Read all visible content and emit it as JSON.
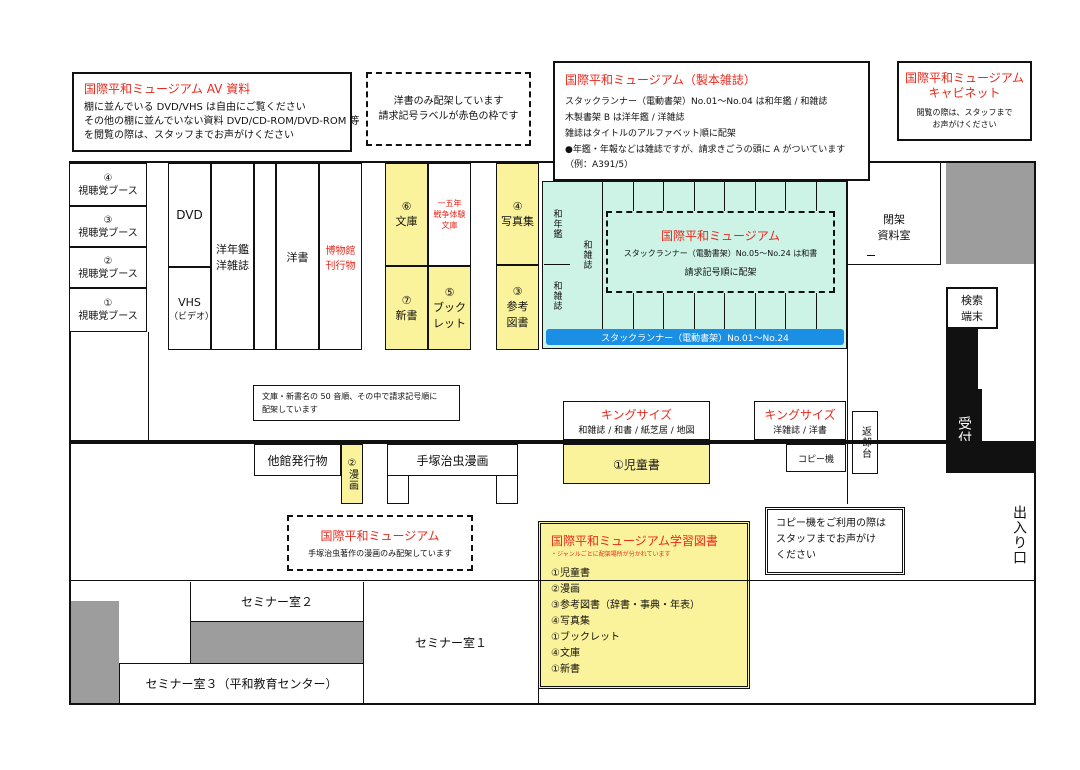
{
  "av_box": {
    "title": "国際平和ミュージアム AV 資料",
    "lines": [
      "棚に並んでいる DVD/VHS は自由にご覧ください",
      "その他の棚に並んでいない資料 DVD/CD-ROM/DVD-ROM 等",
      "を閲覧の際は、スタッフまでお声がけください"
    ]
  },
  "western_note": {
    "lines": [
      "洋書のみ配架しています",
      "請求記号ラベルが赤色の枠です"
    ]
  },
  "bound_box": {
    "title": "国際平和ミュージアム（製本雑誌）",
    "lines": [
      "スタックランナー（電動書架）No.01～No.04 は和年鑑 / 和雑誌",
      "木製書架 B は洋年鑑 / 洋雑誌",
      "雑誌はタイトルのアルファベット順に配架",
      "●年鑑・年報などは雑誌ですが、請求きごうの頭に A がついています",
      "（例：A391/5）"
    ]
  },
  "cabinet_box": {
    "title_lines": [
      "国際平和ミュージアム",
      "キャビネット"
    ],
    "lines": [
      "閲覧の際は、スタッフまで",
      "お声がけください"
    ]
  },
  "booths": [
    {
      "num": "④",
      "label": "視聴覚ブース"
    },
    {
      "num": "③",
      "label": "視聴覚ブース"
    },
    {
      "num": "②",
      "label": "視聴覚ブース"
    },
    {
      "num": "①",
      "label": "視聴覚ブース"
    }
  ],
  "shelves": {
    "dvd": "DVD",
    "vhs": "VHS",
    "vhs_sub": "（ビデオ）",
    "yonenkan": [
      "洋年鑑",
      "洋雑誌"
    ],
    "yosho": "洋書",
    "hakubutsukan": [
      "博物館",
      "刊行物"
    ],
    "bunko": {
      "num": "⑥",
      "label": "文庫"
    },
    "senso": [
      "一五年",
      "戦争体験",
      "文庫"
    ],
    "shinsho": {
      "num": "⑦",
      "label": "新書"
    },
    "booklet": {
      "num": "⑤",
      "label": [
        "ブック",
        "レット"
      ]
    },
    "shashin": {
      "num": "④",
      "label": "写真集"
    },
    "sanko": {
      "num": "③",
      "label": [
        "参考",
        "図書"
      ]
    },
    "wanenkan": "和年鑑",
    "wazasshi_a": "和雑誌",
    "wazasshi_b": "和雑誌"
  },
  "stack_inner": {
    "title": "国際平和ミュージアム",
    "line1": "スタックランナー（電動書架）No.05～No.24 は和書",
    "line2": "請求記号順に配架"
  },
  "stack_bar": "スタックランナー（電動書架）No.01～No.24",
  "closed_room": [
    "閉架",
    "資料室"
  ],
  "search_terminal": [
    "検索",
    "端末"
  ],
  "reception": "受付",
  "exit": "出入り口",
  "bunko_note": [
    "文庫・新書名の 50 音順、その中で請求記号順に",
    "配架しています"
  ],
  "king1": {
    "title": "キングサイズ",
    "sub": "和雑誌 / 和書 / 紙芝居 / 地図"
  },
  "king2": {
    "title": "キングサイズ",
    "sub": "洋雑誌 / 洋書"
  },
  "return_box": "返却台",
  "copy_machine": "コピー機",
  "other_pubs": "他館発行物",
  "manga_shelf": {
    "num": "②",
    "label": "漫画"
  },
  "tezuka": "手塚治虫漫画",
  "children": "①児童書",
  "tezuka_note": {
    "title": "国際平和ミュージアム",
    "line": "手塚治虫著作の漫画のみ配架しています"
  },
  "copy_note": [
    "コピー機をご利用の際は",
    "スタッフまでお声がけ",
    "ください"
  ],
  "study_box": {
    "title": "国際平和ミュージアム学習図書",
    "sub": "・ジャンルごとに配架場所が分かれています",
    "items": [
      "①児童書",
      "②漫画",
      "③参考図書（辞書・事典・年表）",
      "④写真集",
      "①ブックレット",
      "④文庫",
      "①新書"
    ]
  },
  "seminar2": "セミナー室２",
  "seminar1": "セミナー室１",
  "seminar3": "セミナー室３（平和教育センター）",
  "colors": {
    "red": "#e8291c",
    "yellow": "#fbf39b",
    "teal": "#cdf3e7",
    "blue": "#1a8fe3",
    "gray": "#9d9d9d"
  }
}
